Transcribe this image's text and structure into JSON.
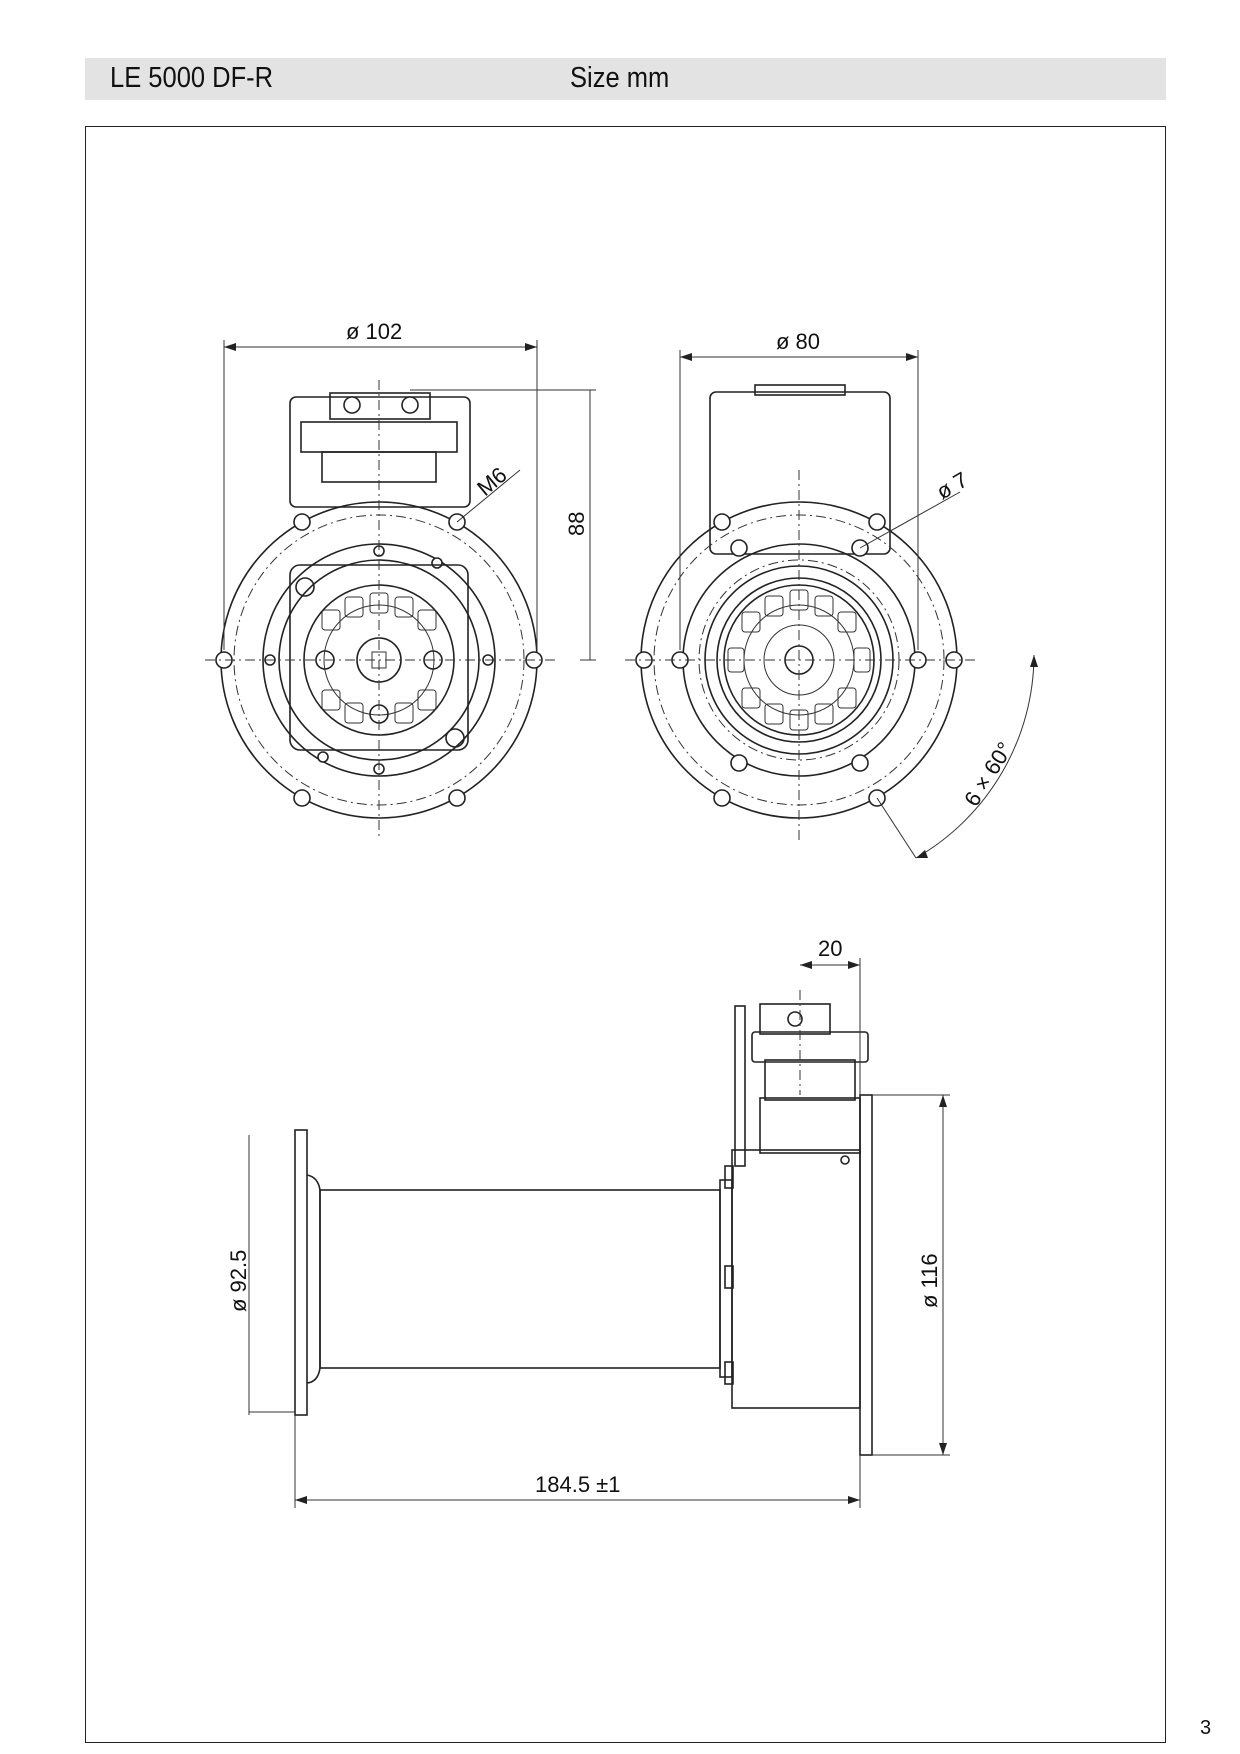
{
  "header": {
    "model": "LE 5000 DF-R",
    "units": "Size mm"
  },
  "front_view": {
    "flange_diameter_label": "ø 102",
    "height_label": "88",
    "thread_label": "M6"
  },
  "rear_view": {
    "inner_diameter_label": "ø 80",
    "hole_label": "ø 7",
    "angle_label": "6 × 60°"
  },
  "side_view": {
    "width_label": "20",
    "tube_diameter_label": "ø 92.5",
    "housing_diameter_label": "ø 116",
    "length_label": "184.5 ±1"
  },
  "page_number": "3"
}
